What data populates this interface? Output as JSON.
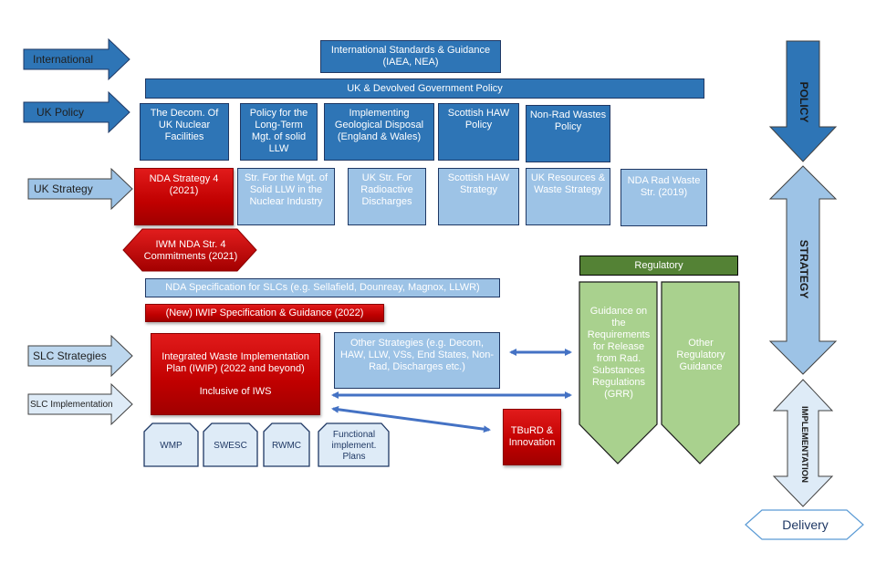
{
  "left_arrows": {
    "international": "International",
    "uk_policy": "UK Policy",
    "uk_strategy": "UK Strategy",
    "slc_strategies": "SLC Strategies",
    "slc_implementation": "SLC Implementation"
  },
  "international_standards": {
    "line1": "International  Standards & Guidance",
    "line2": "(IAEA, NEA)"
  },
  "uk_gov_policy": "UK & Devolved  Government Policy",
  "policy_boxes": [
    "The Decom. Of UK Nuclear Facilities",
    "Policy for the Long-Term Mgt. of solid LLW",
    "Implementing Geological Disposal (England & Wales)",
    "Scottish HAW Policy",
    "Non-Rad Wastes Policy"
  ],
  "strategy_boxes": {
    "nda_strategy": "NDA Strategy 4 (2021)",
    "items": [
      "Str. For the Mgt. of Solid LLW in the Nuclear Industry",
      "UK Str. For Radioactive Discharges",
      "Scottish HAW Strategy",
      "UK Resources & Waste Strategy",
      "NDA Rad Waste Str. (2019)"
    ]
  },
  "iwm_commitments": "IWM NDA Str. 4 Commitments (2021)",
  "nda_specification": "NDA Specification for SLCs (e.g. Sellafield, Dounreay, Magnox, LLWR)",
  "iwip_specification": "(New) IWIP Specification & Guidance (2022)",
  "iwip": {
    "line1": "Integrated  Waste Implementation Plan (IWIP) (2022 and beyond)",
    "line2": "Inclusive of IWS"
  },
  "other_strategies": "Other Strategies (e.g. Decom, HAW, LLW, VSs, End States, Non-Rad, Discharges etc.)",
  "tburd": "TBuRD & Innovation",
  "implementation_plans": [
    "WMP",
    "SWESC",
    "RWMC",
    "Functional implement. Plans"
  ],
  "regulatory": {
    "header": "Regulatory",
    "grr": "Guidance on the Requirements for Release from Rad. Substances Regulations (GRR)",
    "other": "Other Regulatory Guidance"
  },
  "right_column": {
    "policy": "POLICY",
    "strategy": "STRATEGY",
    "implementation": "IMPLEMENTATION",
    "delivery": "Delivery"
  },
  "colors": {
    "policy_blue": "#2e75b6",
    "strategy_blue": "#9dc3e6",
    "implementation_blue": "#deebf7",
    "nda_red": "#c00000",
    "regulatory_green": "#548235",
    "guidance_green": "#a9d18e",
    "connector_blue": "#4472c4"
  }
}
